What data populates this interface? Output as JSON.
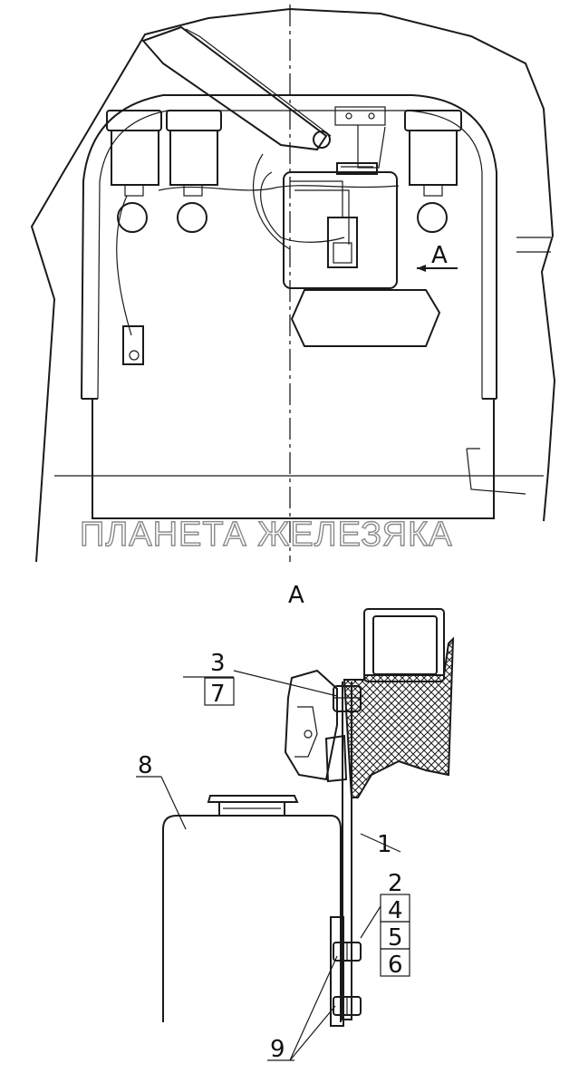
{
  "watermark": "ПЛАНЕТА ЖЕЛЕЗЯКА",
  "view_marker_top": "А",
  "section_title": "А",
  "callouts": {
    "c1": "1",
    "c2": "2",
    "c3": "3",
    "c4": "4",
    "c5": "5",
    "c6": "6",
    "c7": "7",
    "c8": "8",
    "c9": "9"
  }
}
